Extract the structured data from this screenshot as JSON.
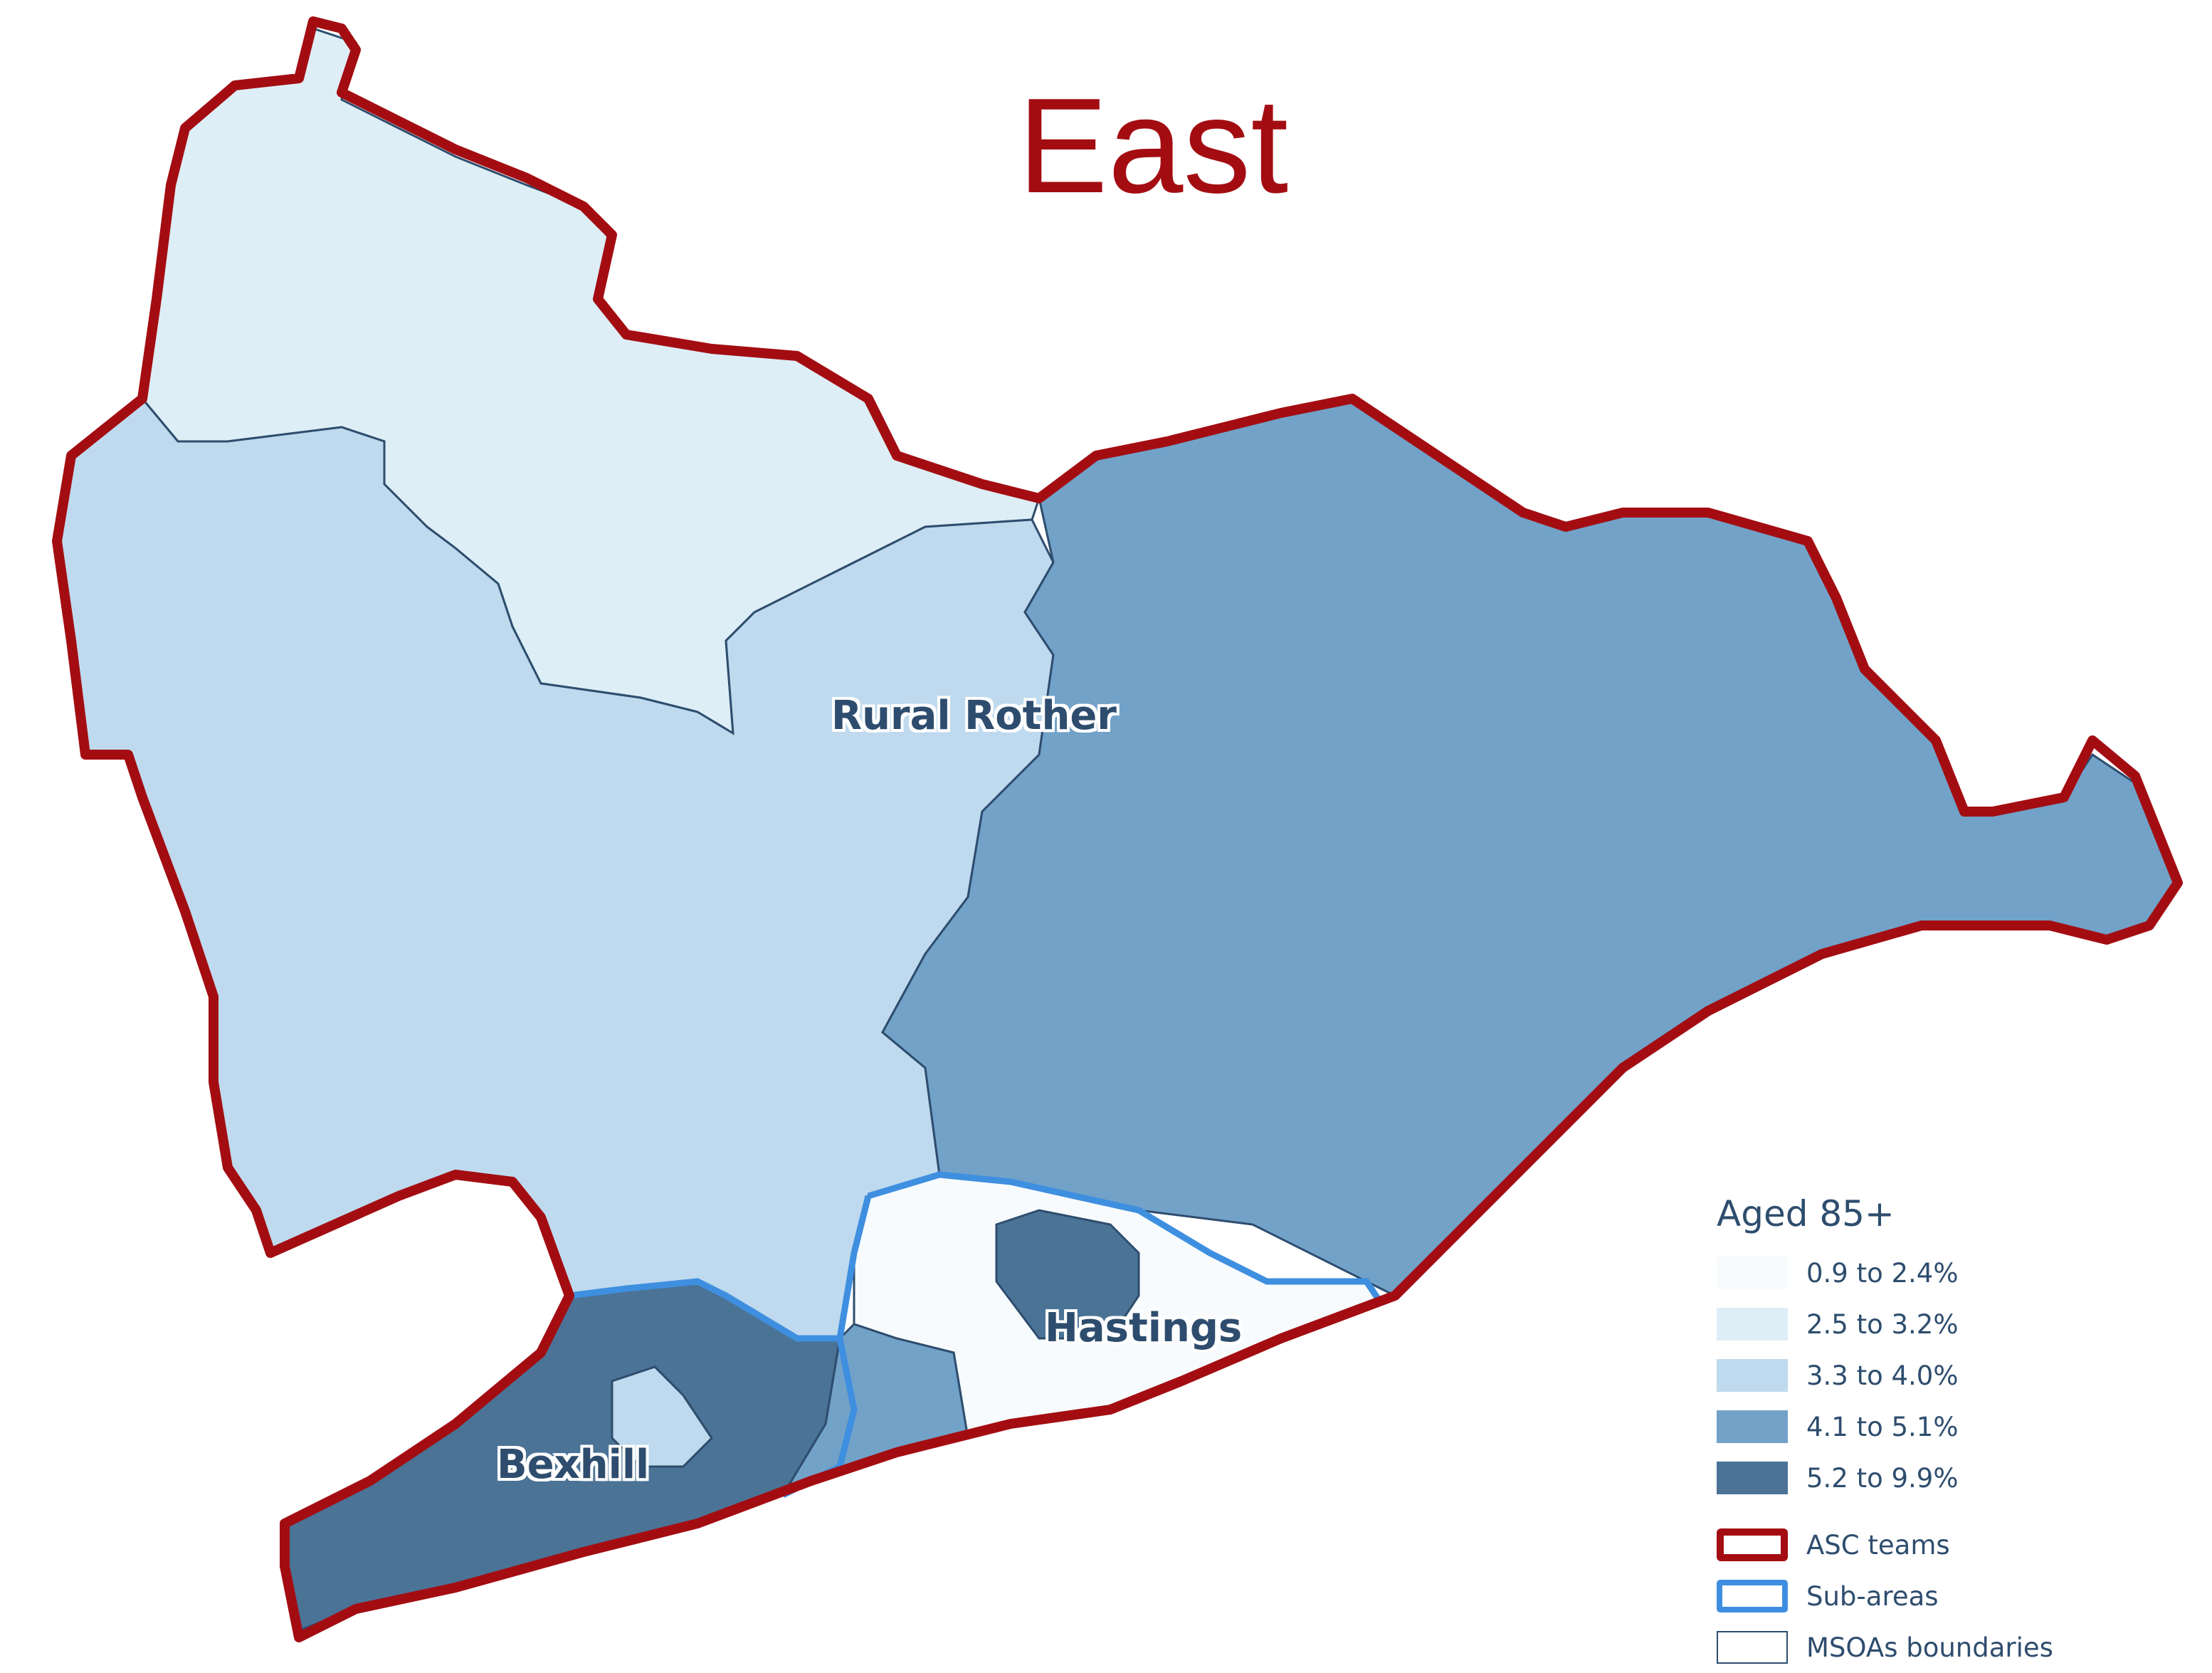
{
  "title": "East",
  "places": [
    "Rural Rother",
    "Hastings",
    "Bexhill"
  ],
  "legend": {
    "title": "Aged 85+",
    "classes": [
      {
        "label": "0.9 to 2.4%",
        "color": "#f7fbfd"
      },
      {
        "label": "2.5 to 3.2%",
        "color": "#ddeef6"
      },
      {
        "label": "3.3 to 4.0%",
        "color": "#bfdaee"
      },
      {
        "label": "4.1 to 5.1%",
        "color": "#72a2c8"
      },
      {
        "label": "5.2 to 9.9%",
        "color": "#4b7396"
      }
    ],
    "boundaries": [
      {
        "label": "ASC teams",
        "color": "#a30d12"
      },
      {
        "label": "Sub-areas",
        "color": "#3f8fe0"
      },
      {
        "label": "MSOAs boundaries",
        "color": "#2e4d6e"
      }
    ]
  }
}
